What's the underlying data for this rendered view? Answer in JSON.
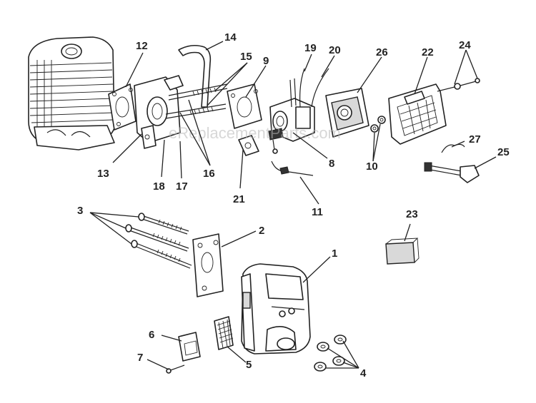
{
  "watermark": "eReplacementParts.com",
  "callouts": [
    {
      "id": "c1",
      "label": "1"
    },
    {
      "id": "c2",
      "label": "2"
    },
    {
      "id": "c3",
      "label": "3"
    },
    {
      "id": "c4",
      "label": "4"
    },
    {
      "id": "c5",
      "label": "5"
    },
    {
      "id": "c6",
      "label": "6"
    },
    {
      "id": "c7",
      "label": "7"
    },
    {
      "id": "c8",
      "label": "8"
    },
    {
      "id": "c9",
      "label": "9"
    },
    {
      "id": "c10",
      "label": "10"
    },
    {
      "id": "c11",
      "label": "11"
    },
    {
      "id": "c12",
      "label": "12"
    },
    {
      "id": "c13",
      "label": "13"
    },
    {
      "id": "c14",
      "label": "14"
    },
    {
      "id": "c15",
      "label": "15"
    },
    {
      "id": "c16",
      "label": "16"
    },
    {
      "id": "c17",
      "label": "17"
    },
    {
      "id": "c18",
      "label": "18"
    },
    {
      "id": "c19",
      "label": "19"
    },
    {
      "id": "c20",
      "label": "20"
    },
    {
      "id": "c21",
      "label": "21"
    },
    {
      "id": "c22",
      "label": "22"
    },
    {
      "id": "c23",
      "label": "23"
    },
    {
      "id": "c24",
      "label": "24"
    },
    {
      "id": "c25",
      "label": "25"
    },
    {
      "id": "c26",
      "label": "26"
    },
    {
      "id": "c27",
      "label": "27"
    }
  ]
}
